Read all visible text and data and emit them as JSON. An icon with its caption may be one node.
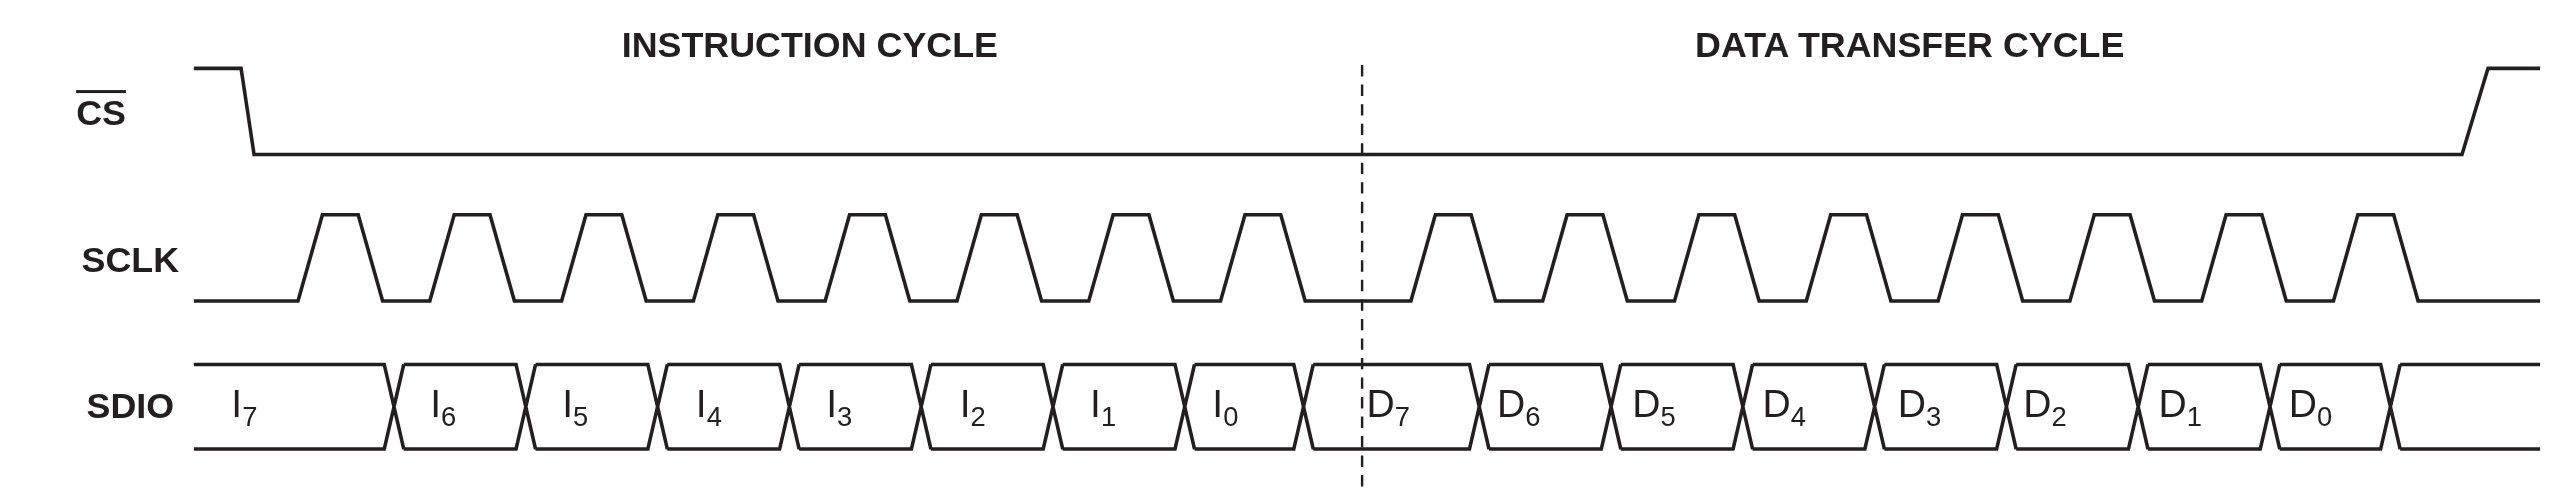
{
  "diagram": {
    "labels": [
      "INSTRUCTION CYCLE",
      "DATA TRANSFER CYCLE",
      "CS",
      "SCLK",
      "SDIO",
      "I$_{7}$",
      "I$_{6}$",
      "I$_{5}$",
      "I$_{4}$",
      "I$_{3}$",
      "I$_{2}$",
      "I$_{1}$",
      "I$_{0}$",
      "D$_{7}$",
      "D$_{6}$",
      "D$_{5}$",
      "D$_{4}$",
      "D$_{3}$",
      "D$_{2}$",
      "D$_{1}$",
      "D$_{0}$"
    ]
  }
}
